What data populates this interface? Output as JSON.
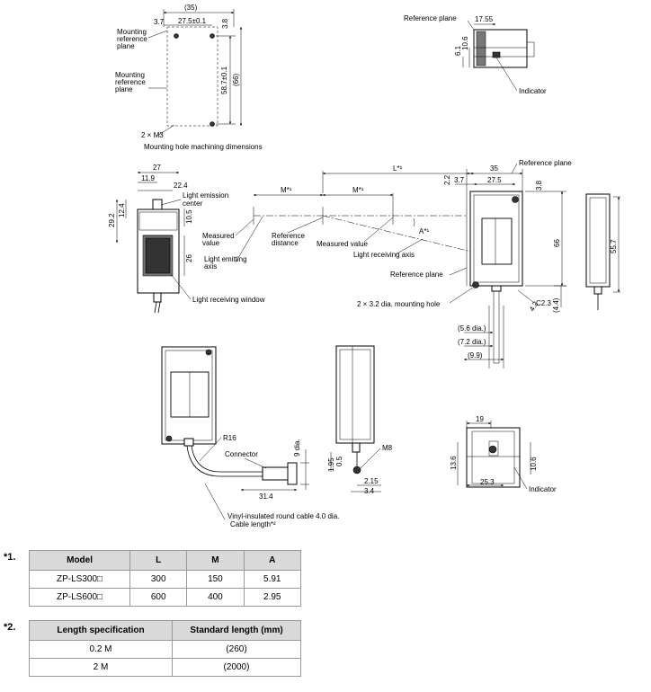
{
  "drawing": {
    "hole_dims": {
      "top": "(35)",
      "d3_7": "3.7",
      "d27_5": "27.5±0.1",
      "d3_8": "3.8",
      "d58_7": "58.7±0.1",
      "d66": "(66)",
      "mount_ref1": [
        "Mounting",
        "reference",
        "plane"
      ],
      "mount_ref2": [
        "Mounting",
        "reference",
        "plane"
      ],
      "m3": "2 × M3",
      "caption": "Mounting hole machining dimensions"
    },
    "top_right": {
      "ref_plane": "Reference plane",
      "d17_55": "17.55",
      "d6_1": "6.1",
      "d10_6": "10.6",
      "indicator": "Indicator"
    },
    "front": {
      "d27": "27",
      "d11_9": "11.9",
      "d22_4": "22.4",
      "d29_2": "29.2",
      "d12_4": "12.4",
      "d10_5": "10.5",
      "d26": "26",
      "light_emission": [
        "Light emission",
        "center"
      ],
      "light_receiving_window": "Light receiving window"
    },
    "mid": {
      "m1": "M*¹",
      "m2": "M*¹",
      "l": "L*¹",
      "a": "A*¹",
      "measured_value_1": [
        "Measured",
        "value"
      ],
      "reference_distance": [
        "Reference",
        "distance"
      ],
      "measured_value_2": "Measured value",
      "light_emitting_axis": [
        "Light emitting",
        "axis"
      ],
      "light_receiving_axis": "Light receiving axis"
    },
    "side": {
      "d35": "35",
      "ref_plane_top": "Reference plane",
      "d2_2": "2.2",
      "d3_7": "3.7",
      "d27_5": "27.5",
      "d3_8": "3.8",
      "d66": "66",
      "d55_7": "55.7",
      "ref_plane_bottom": "Reference plane",
      "mount_hole": "2 × 3.2 dia. mounting hole",
      "c2_3": "C2.3",
      "d4_2": "4.2",
      "d4_4": "(4.4)",
      "d5_6": "(5.6 dia.)",
      "d7_2": "(7.2 dia.)",
      "d9_9": "(9.9)"
    },
    "bottom": {
      "r16": "R16",
      "connector": "Connector",
      "d9dia": "9 dia.",
      "d31_4": "31.4",
      "cable": "Vinyl-insulated round cable 4.0 dia.",
      "cable_length": "Cable length*²",
      "m8": "M8",
      "d1_95": "1.95",
      "d0_5": "0.5",
      "d2_15": "2.15",
      "d3_4": "3.4",
      "d19": "19",
      "d13_6": "13.6",
      "d10_6": "10.6",
      "d25_3": "25.3",
      "indicator": "Indicator"
    }
  },
  "table1": {
    "note": "*1.",
    "headers": [
      "Model",
      "L",
      "M",
      "A"
    ],
    "rows": [
      [
        "ZP-LS300□",
        "300",
        "150",
        "5.91"
      ],
      [
        "ZP-LS600□",
        "600",
        "400",
        "2.95"
      ]
    ]
  },
  "table2": {
    "note": "*2.",
    "headers": [
      "Length specification",
      "Standard length (mm)"
    ],
    "rows": [
      [
        "0.2 M",
        "(260)"
      ],
      [
        "2 M",
        "(2000)"
      ]
    ]
  }
}
